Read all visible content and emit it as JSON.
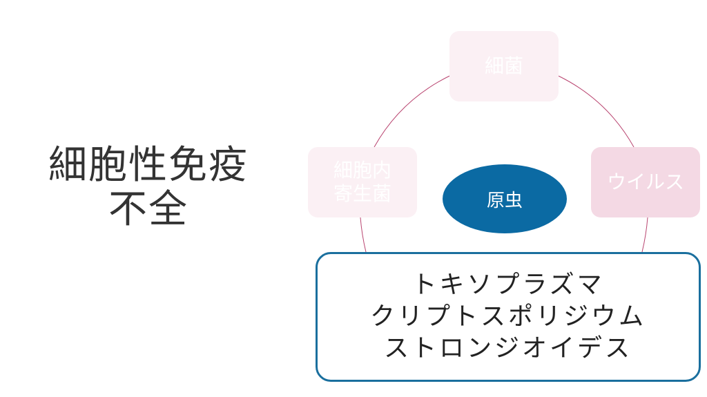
{
  "title": {
    "line1": "細胞性免疫",
    "line2": "不全"
  },
  "diagram": {
    "nodes": {
      "top": {
        "label": "細菌"
      },
      "right": {
        "label": "ウイルス"
      },
      "left": {
        "line1": "細胞内",
        "line2": "寄生菌"
      }
    },
    "center": {
      "label": "原虫"
    },
    "detail": {
      "items": [
        "トキソプラズマ",
        "クリプトスポリジウム",
        "ストロンジオイデス"
      ]
    },
    "colors": {
      "ring": "#b8426e",
      "center_fill": "#0b6aa3",
      "detail_border": "#1a6f9e",
      "node_light": "#fbf0f4",
      "node_medium": "#f4d9e4"
    }
  }
}
